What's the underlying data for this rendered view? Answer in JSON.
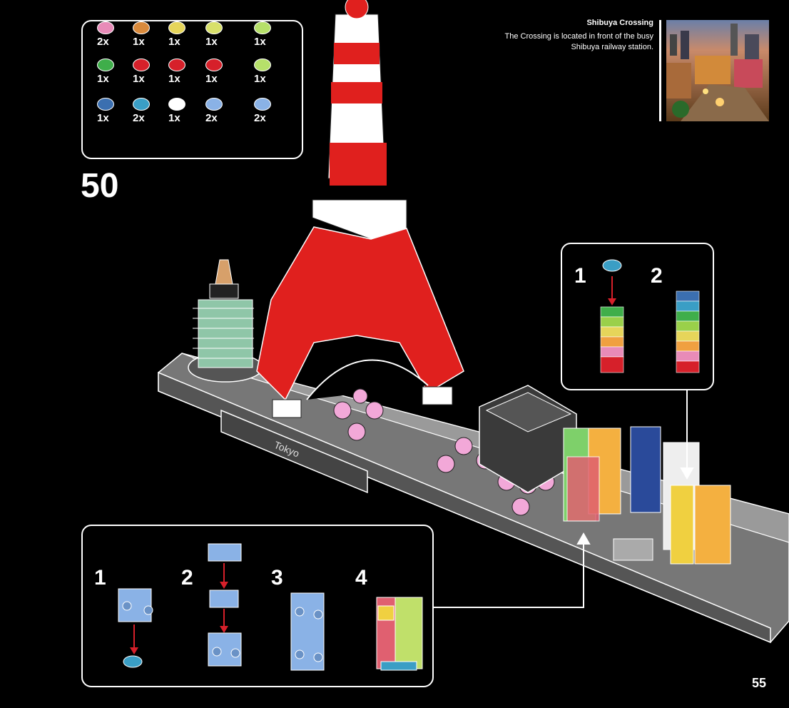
{
  "page": {
    "step_number": "50",
    "page_number": "55"
  },
  "info": {
    "title": "Shibuya Crossing",
    "text_line1": "The Crossing is located in front of the busy",
    "text_line2": "Shibuya railway station."
  },
  "parts": [
    {
      "qty": "2x",
      "color": "#e88bb8",
      "icon": "round-plate-pink"
    },
    {
      "qty": "1x",
      "color": "#d98a3c",
      "icon": "round-plate-orange"
    },
    {
      "qty": "1x",
      "color": "#e6d55a",
      "icon": "round-plate-yellow"
    },
    {
      "qty": "1x",
      "color": "#d8e06a",
      "icon": "round-plate-lime"
    },
    {
      "qty": "1x",
      "color": "#b6e06a",
      "icon": "round-plate-yellowgreen"
    },
    {
      "qty": "1x",
      "color": "#3fae4a",
      "icon": "round-plate-green"
    },
    {
      "qty": "1x",
      "color": "#d6202a",
      "icon": "round-plate-red"
    },
    {
      "qty": "1x",
      "color": "#d6202a",
      "icon": "tile-red"
    },
    {
      "qty": "1x",
      "color": "#d6202a",
      "icon": "grille-tile-red"
    },
    {
      "qty": "1x",
      "color": "#b6e06a",
      "icon": "slope-tile-lime"
    },
    {
      "qty": "1x",
      "color": "#3b6fb0",
      "icon": "round-plate-blue"
    },
    {
      "qty": "2x",
      "color": "#3a9ec5",
      "icon": "round-plate-azure"
    },
    {
      "qty": "1x",
      "color": "#ffffff",
      "icon": "rainbow-tile"
    },
    {
      "qty": "2x",
      "color": "#8ab2e6",
      "icon": "plate-1x1-lightblue"
    },
    {
      "qty": "2x",
      "color": "#8ab2e6",
      "icon": "brick-studs-lightblue"
    }
  ],
  "substep_right": [
    "1",
    "2"
  ],
  "substep_bottom": [
    "1",
    "2",
    "3",
    "4"
  ],
  "base_label": "Tokyo"
}
